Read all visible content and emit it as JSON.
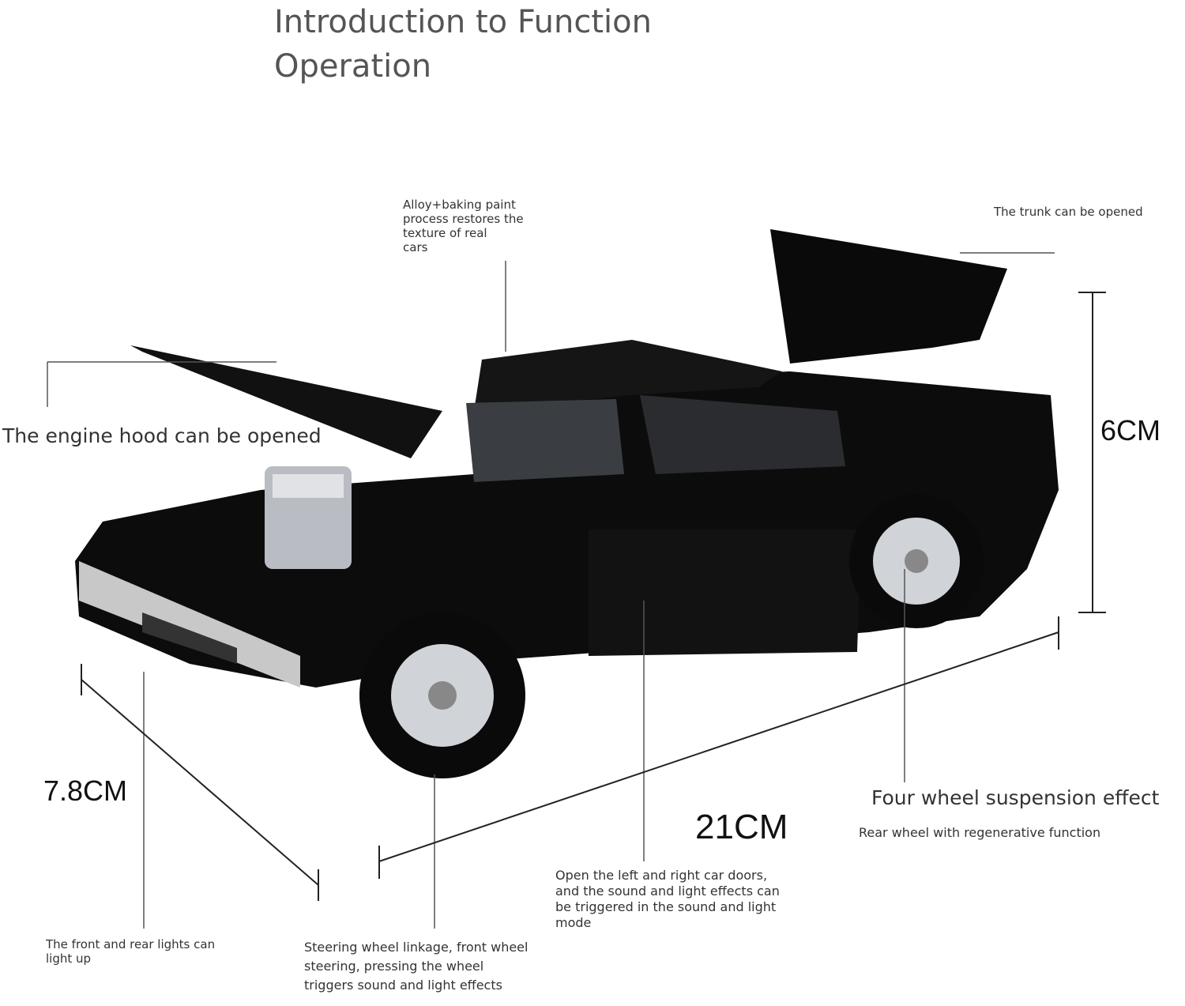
{
  "title": {
    "line1": "Introduction to Function",
    "line2": "Operation"
  },
  "callouts": {
    "alloy": [
      "Alloy+baking paint",
      "process restores the",
      "texture of real",
      "cars"
    ],
    "trunk": "The trunk can be opened",
    "hood": "The engine hood can be opened",
    "suspension": "Four wheel suspension effect",
    "rear_wheel": "Rear wheel with regenerative function",
    "doors": [
      "Open the left and right car doors,",
      "and the sound and light effects can",
      "be triggered in the sound and light",
      "mode"
    ],
    "lights": [
      "The front and rear lights can",
      "light up"
    ],
    "steering": [
      "Steering wheel linkage, front wheel",
      "steering, pressing the wheel",
      "triggers sound and light effects"
    ]
  },
  "dimensions": {
    "height": "6CM",
    "width": "7.8CM",
    "length": "21CM"
  },
  "colors": {
    "car_body": "#0c0c0c",
    "text": "#333333",
    "line": "#555555"
  }
}
